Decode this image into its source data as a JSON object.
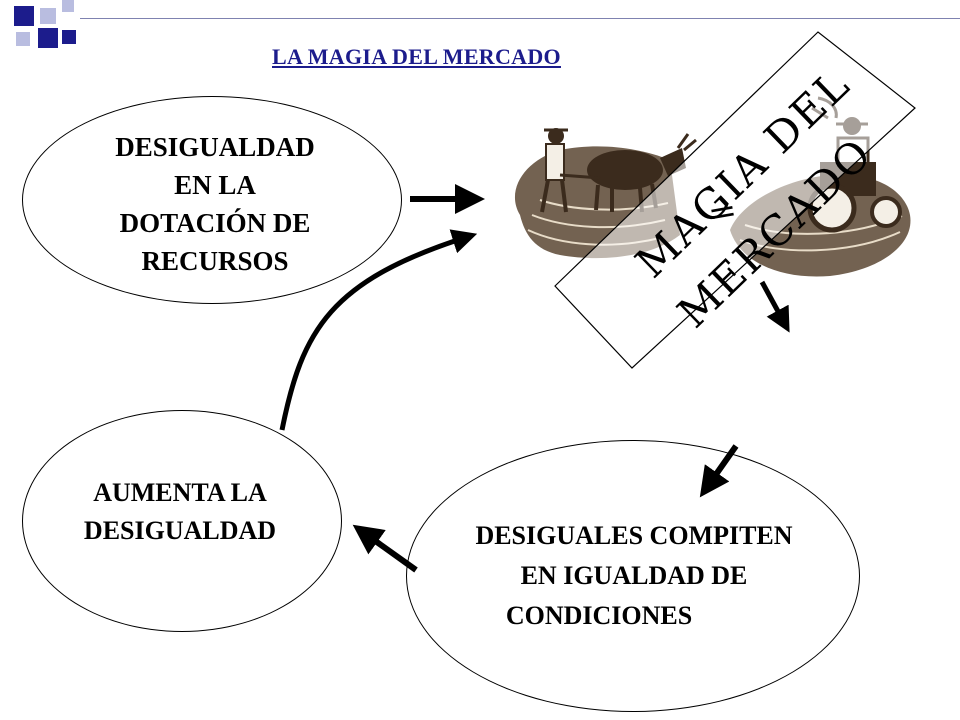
{
  "title": "LA MAGIA DEL MERCADO",
  "nodes": {
    "top_left": [
      "DESIGUALDAD",
      "EN LA",
      "DOTACIÓN DE",
      "RECURSOS"
    ],
    "bottom_left": [
      "AUMENTA LA",
      "DESIGUALDAD"
    ],
    "bottom_right": [
      "DESIGUALES COMPITEN",
      "EN IGUALDAD DE",
      "CONDICIONES"
    ]
  },
  "stamp": {
    "line1": "MAGIA DEL",
    "line2": "MERCADO",
    "symbol": "="
  },
  "illustration": {
    "left": "ox-plow-farmer-icon",
    "right": "tractor-farmer-icon"
  },
  "colors": {
    "title": "#1c1c8c",
    "corner_squares": [
      "#1c1c8c",
      "#b9bde0"
    ]
  }
}
